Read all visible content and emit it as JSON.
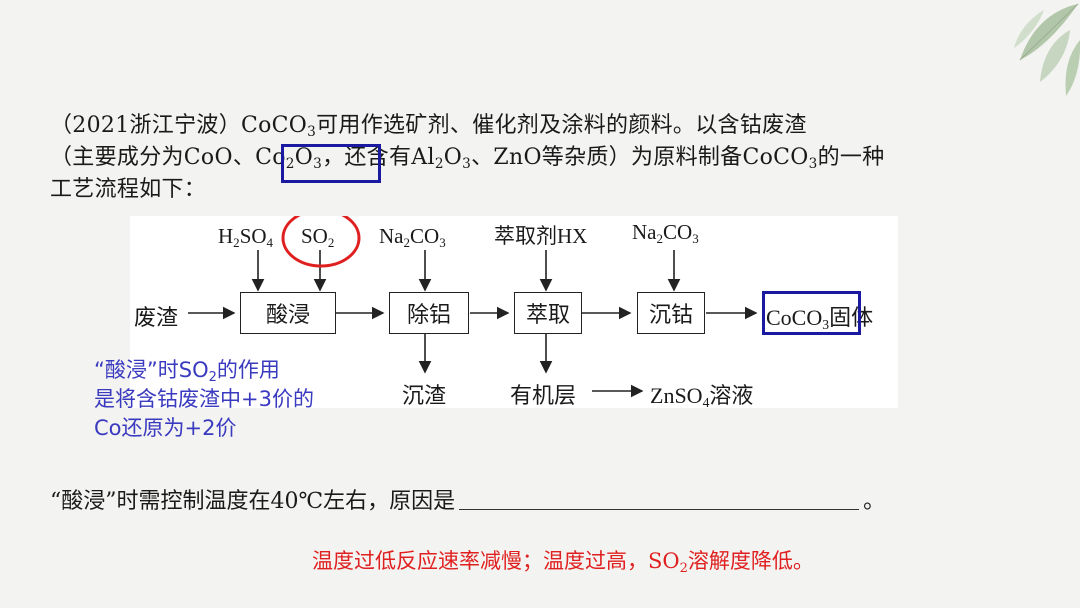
{
  "question": {
    "line1_a": "（2021浙江宁波）CoCO",
    "line1_sub": "3",
    "line1_b": "可用作选矿剂、催化剂及涂料的颜料。以含钴废渣",
    "line2_a": "（主要成分为CoO、Co",
    "line2_sub1": "2",
    "line2_b": "O",
    "line2_sub2": "3",
    "line2_c": "，还含有Al",
    "line2_sub3": "2",
    "line2_d": "O",
    "line2_sub4": "3",
    "line2_e": "、ZnO等杂质）为原料制备CoCO",
    "line2_sub5": "3",
    "line2_f": "的一种",
    "line3": "工艺流程如下："
  },
  "flow": {
    "input_left": "废渣",
    "reagent_h2so4_a": "H",
    "reagent_h2so4_sub1": "2",
    "reagent_h2so4_b": "SO",
    "reagent_h2so4_sub2": "4",
    "reagent_so2_a": "SO",
    "reagent_so2_sub": "2",
    "reagent_na2co3_1_a": "Na",
    "reagent_na2co3_1_sub1": "2",
    "reagent_na2co3_1_b": "CO",
    "reagent_na2co3_1_sub2": "3",
    "reagent_hx": "萃取剂HX",
    "reagent_na2co3_2_a": "Na",
    "reagent_na2co3_2_sub1": "2",
    "reagent_na2co3_2_b": "CO",
    "reagent_na2co3_2_sub2": "3",
    "step1": "酸浸",
    "step2": "除铝",
    "step3": "萃取",
    "step4": "沉钴",
    "product_a": "CoCO",
    "product_sub": "3",
    "product_b": "固体",
    "byproduct1": "沉渣",
    "byproduct2": "有机层",
    "byproduct3_a": "ZnSO",
    "byproduct3_sub": "4",
    "byproduct3_b": "溶液"
  },
  "note": {
    "line1_a": "“酸浸”时SO",
    "line1_sub": "2",
    "line1_b": "的作用",
    "line2": "是将含钴废渣中+3价的",
    "line3": "Co还原为+2价"
  },
  "prompt": {
    "text_a": "“酸浸”时需控制温度在40℃左右，原因是",
    "text_end": "。"
  },
  "answer": {
    "a": "温度过低反应速率减慢；温度过高，SO",
    "sub": "2",
    "b": "溶解度降低。"
  },
  "colors": {
    "highlight_box": "#1a1aa0",
    "circle": "#e02020",
    "note": "#3a3ac0",
    "answer": "#e02020"
  },
  "icons": [
    "leaf-decoration-icon"
  ]
}
